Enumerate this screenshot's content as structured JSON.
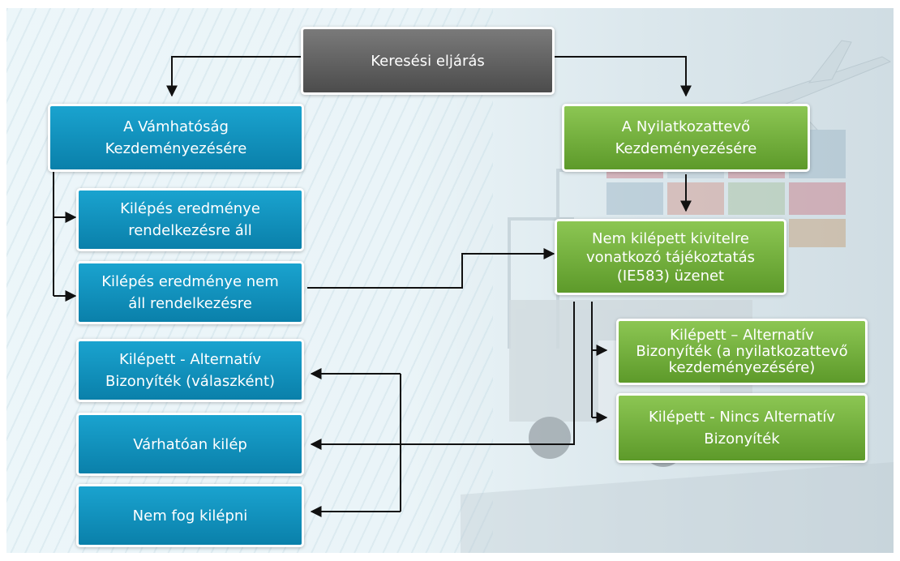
{
  "top": {
    "label": "Keresési eljárás"
  },
  "left": {
    "header": "A Vámhatóság\nKezdeményezésére",
    "items": [
      "Kilépés eredménye\nrendelkezésre áll",
      "Kilépés eredménye nem\náll rendelkezésre",
      "Kilépett - Alternatív\nBizonyíték (válaszként)",
      "Várhatóan kilép",
      "Nem fog kilépni"
    ]
  },
  "right": {
    "header": "A Nyilatkozattevő\nKezdeményezésére",
    "message": "Nem kilépett kivitelre\nvonatkozó tájékoztatás\n(IE583) üzenet",
    "items": [
      "Kilépett – Alternatív\nBizonyíték (a nyilatkozattevő\nkezdeményezésére)",
      "Kilépett - Nincs Alternatív\nBizonyíték"
    ]
  },
  "colors": {
    "gray": "#5f5f5f",
    "blue": "#1293c0",
    "green": "#74b33e",
    "arrow": "#111111"
  }
}
